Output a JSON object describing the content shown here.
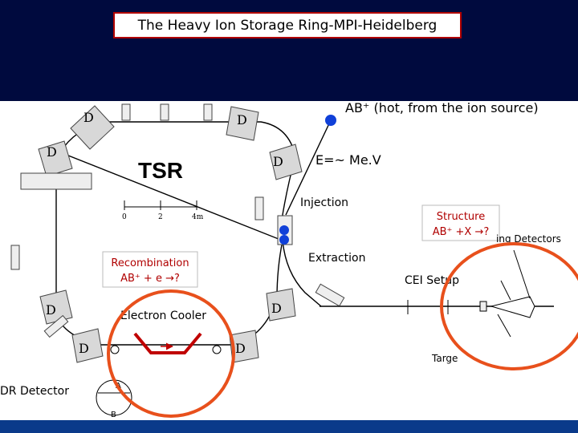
{
  "slide": {
    "title": "The Heavy Ion Storage Ring-MPI-Heidelberg"
  },
  "diagram": {
    "ring_name": "TSR",
    "dipole_label": "D",
    "beam_label": "AB⁺ (hot, from the ion source)",
    "energy_label": "E=~ Me.V",
    "injection_label": "Injection",
    "extraction_label": "Extraction",
    "recombination_box": {
      "line1": "Recombination",
      "line2": "AB⁺ + e →?"
    },
    "structure_box": {
      "line1": "Structure",
      "line2": "AB⁺ +X →?"
    },
    "electron_cooler_label": "Electron Cooler",
    "cei_setup_label": "CEI Setup",
    "imaging_detectors_label": "ing Detectors",
    "target_label": "Targe",
    "dr_detector_label": "DR Detector",
    "scale_bar": {
      "ticks": [
        "0",
        "2",
        "4m"
      ]
    },
    "detector_letters": [
      "A",
      "B"
    ],
    "colors": {
      "background": "#000a3e",
      "highlight_circle": "#e8501c",
      "box_text": "#b00000",
      "beam_dot": "#1040d8",
      "bottom_band": "#0a3a8a"
    }
  }
}
